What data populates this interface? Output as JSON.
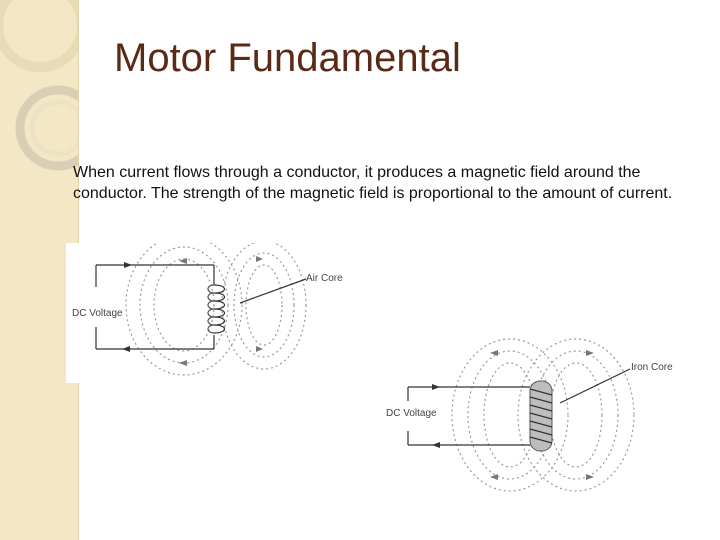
{
  "slide": {
    "title": "Motor Fundamental",
    "body": "When current flows through a conductor, it produces a magnetic field around the conductor. The strength of the magnetic field is proportional to the amount of current."
  },
  "figure_air": {
    "voltage_label": "DC Voltage",
    "core_label": "Air Core"
  },
  "figure_iron": {
    "voltage_label": "DC Voltage",
    "core_label": "Iron Core"
  },
  "colors": {
    "sidebar": "#f3e7c6",
    "title": "#5a2a16",
    "field_line": "#9a9a9a",
    "wire": "#333333",
    "iron_core": "#bdbdbd"
  }
}
